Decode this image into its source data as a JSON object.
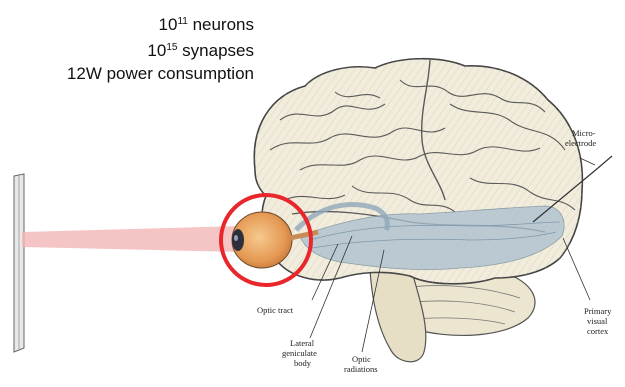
{
  "stats": {
    "neurons": {
      "base": "10",
      "exp": "11",
      "text": "neurons"
    },
    "synapses": {
      "base": "10",
      "exp": "15",
      "text": "synapses"
    },
    "power": "12W power consumption"
  },
  "labels": {
    "micro1": "Micro-",
    "micro2": "electrode",
    "optic_tract": "Optic tract",
    "lgb1": "Lateral",
    "lgb2": "geniculate",
    "lgb3": "body",
    "or1": "Optic",
    "or2": "radiations",
    "pvc1": "Primary",
    "pvc2": "visual",
    "pvc3": "cortex"
  },
  "colors": {
    "highlight_circle": "#e8262b",
    "light_beam": "#f2b6b8",
    "visual_pathway": "#a9bfcf"
  }
}
